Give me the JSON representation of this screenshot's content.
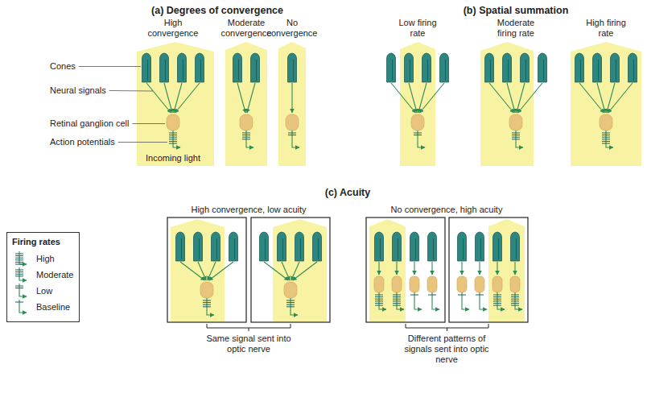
{
  "diagram": {
    "nodes": [
      {
        "text": [
          "Firing rates"
        ]
      }
    ],
    "labels": [
      "(a) Degrees of convergence",
      "High convergence",
      "Moderate convergence",
      "No convergence",
      "Cones",
      "Neural signals",
      "Retinal ganglion cell",
      "Action potentials",
      "Incoming light",
      "(b) Spatial summation",
      "Low firing rate",
      "Moderate firing rate",
      "High firing rate",
      "(c) Acuity",
      "High convergence, low acuity",
      "No convergence, high acuity",
      "Same signal sent into optic nerve",
      "Different patterns of signals sent into optic nerve"
    ],
    "legend": [
      {
        "text": "High"
      },
      {
        "text": "Moderate"
      },
      {
        "text": "Low"
      },
      {
        "text": "Baseline"
      }
    ]
  }
}
